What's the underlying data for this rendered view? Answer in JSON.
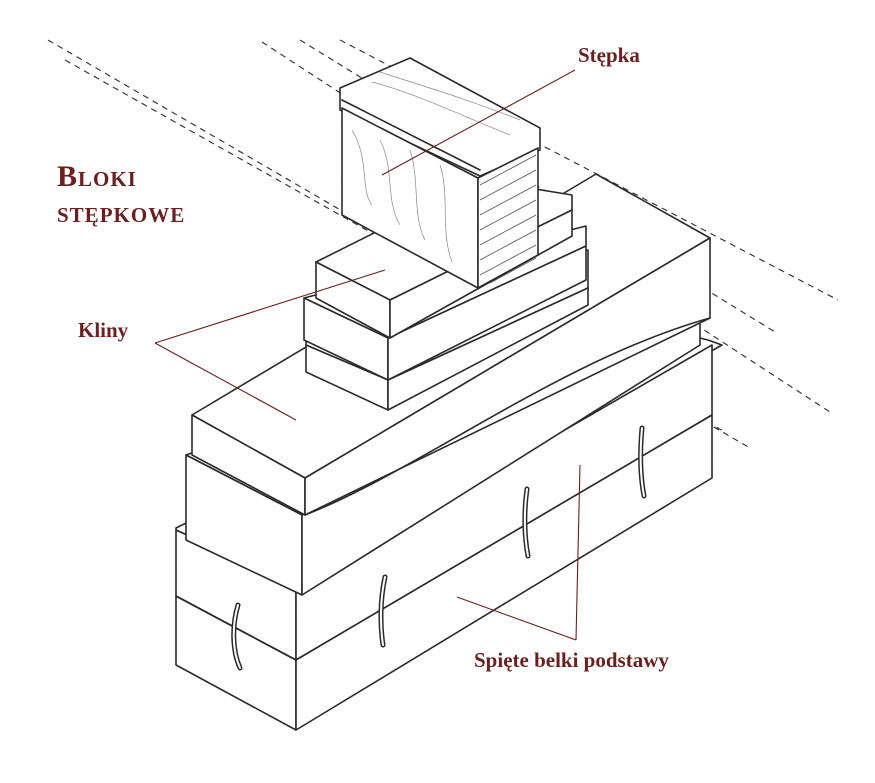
{
  "title": {
    "line1": "Bloki",
    "line2": "stępkowe"
  },
  "labels": {
    "keel": "Stępka",
    "wedges": "Kliny",
    "base_beams": "Spięte belki podstawy"
  },
  "colors": {
    "label_text": "#6b1f1f",
    "ink": "#2a2a2a",
    "background": "#ffffff"
  }
}
